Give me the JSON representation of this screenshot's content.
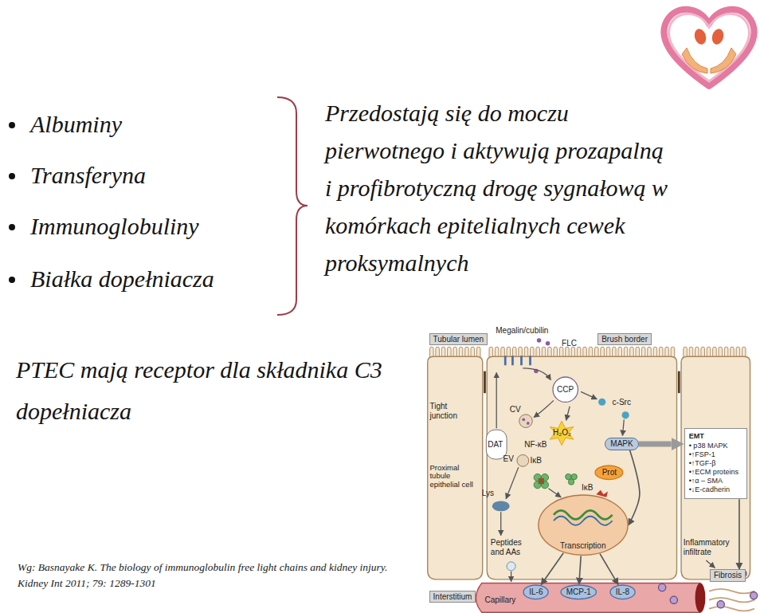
{
  "diagram": {
    "nodes": [
      {
        "text": [
          "Tubular lumen"
        ]
      },
      {
        "text": [
          "Brush border"
        ]
      },
      {
        "text": [
          "CCP"
        ]
      },
      {
        "text": [
          "MAPK"
        ]
      },
      {
        "text": [
          "EMT",
          "• p38 MAPK",
          "•↑FSP-1",
          "•↑TGF-β",
          "•↑ECM proteins",
          "•↑α – SMA",
          "•↓E-cadherin"
        ]
      },
      {
        "text": [
          "Prot"
        ]
      },
      {
        "text": [
          "Transcription"
        ]
      },
      {
        "text": [
          "Fibrosis"
        ]
      },
      {
        "text": [
          "Interstitium"
        ]
      },
      {
        "text": [
          "IL-6"
        ]
      },
      {
        "text": [
          "MCP-1"
        ]
      },
      {
        "text": [
          "IL-8"
        ]
      }
    ],
    "edges": [
      {
        "from": 3,
        "to": 4,
        "arrow": "to"
      },
      {
        "from": 3,
        "to": 6,
        "arrow": "to"
      },
      {
        "from": 6,
        "to": 9,
        "arrow": "to"
      },
      {
        "from": 6,
        "to": 10,
        "arrow": "to"
      },
      {
        "from": 6,
        "to": 11,
        "arrow": "to"
      },
      {
        "from": 4,
        "to": 7,
        "arrow": "to"
      }
    ],
    "labels": [
      "Albuminy",
      "Transferyna",
      "Immunoglobuliny",
      "Białka dopełniacza",
      "Przedostają się do moczu pierwotnego i aktywują prozapalną i profibrotyczną drogę sygnałową w komórkach epitelialnych cewek proksymalnych",
      "PTEC mają receptor dla składnika C3 dopełniacza",
      "Megalin/cubilin",
      "FLC",
      "c-Src",
      "Tight junction",
      "CV",
      "DAT",
      "H₂O₂",
      "NF-κB",
      "IκB",
      "EV",
      "Proximal tubule epithelial cell",
      "IκB",
      "Lys",
      "Peptides and AAs",
      "Inflammatory infiltrate",
      "Capillary",
      "Wg: Basnayake K. The biology of immunoglobulin free light chains and kidney injury. Kidney Int 2011; 79: 1289-1301"
    ]
  }
}
